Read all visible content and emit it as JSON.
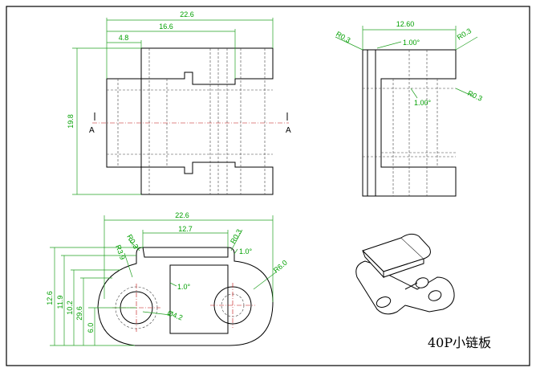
{
  "caption": "40P小链板",
  "section_labels": {
    "left": "A",
    "right": "A"
  },
  "top_view": {
    "width": "22.6",
    "width_inner": "16.6",
    "offset": "4.8",
    "height": "19.8"
  },
  "side_view": {
    "width": "12.60",
    "angle_top": "1.00°",
    "angle_inner": "1.00°",
    "r_tl": "R0.3",
    "r_tr": "R0.3",
    "r_inner": "R0.3"
  },
  "front_view": {
    "width": "22.6",
    "inner_width": "12.7",
    "r_left": "R0.3",
    "r_right": "R0.3",
    "r_fillet": "R3.9",
    "r_end": "R6.0",
    "angle_top": "1.0°",
    "angle_inner": "1.0°",
    "hole": "Ø4.2",
    "heights": [
      "12.6",
      "11.9",
      "10.2",
      "29.6",
      "6.0"
    ]
  }
}
